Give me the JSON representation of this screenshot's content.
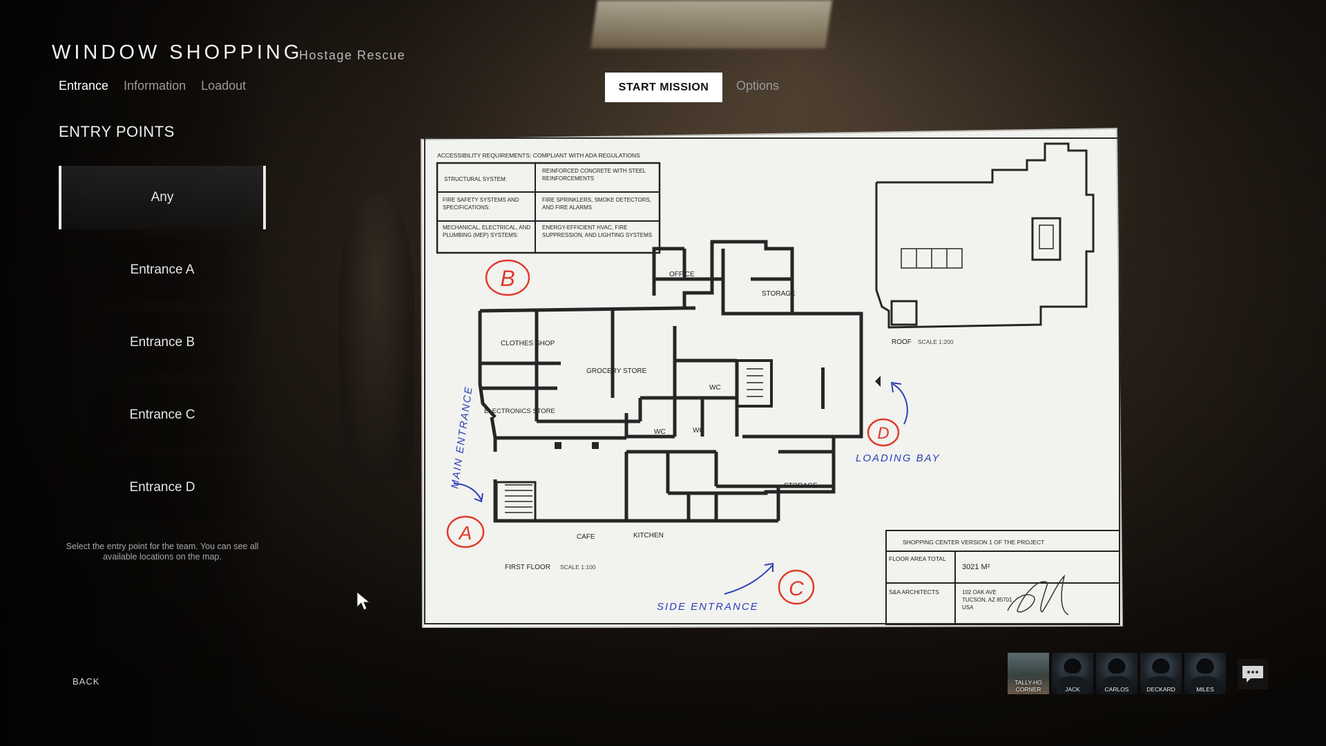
{
  "mission": {
    "title": "WINDOW SHOPPING",
    "mode": "Hostage Rescue"
  },
  "nav": {
    "tabs": [
      {
        "label": "Entrance",
        "active": true
      },
      {
        "label": "Information",
        "active": false
      },
      {
        "label": "Loadout",
        "active": false
      }
    ],
    "start_label": "START MISSION",
    "options_label": "Options"
  },
  "entry": {
    "title": "ENTRY POINTS",
    "options": [
      "Any",
      "Entrance A",
      "Entrance B",
      "Entrance C",
      "Entrance D"
    ],
    "selected": "Any",
    "hint": "Select the entry point for the team. You can see all available locations on the map."
  },
  "back_label": "BACK",
  "blueprint": {
    "accessibility": "ACCESSIBILITY REQUIREMENTS: COMPLIANT WITH ADA REGULATIONS",
    "specs": [
      {
        "label": "STRUCTURAL SYSTEM:",
        "value": "REINFORCED CONCRETE WITH STEEL REINFORCEMENTS"
      },
      {
        "label": "FIRE SAFETY SYSTEMS AND SPECIFICATIONS:",
        "value": "FIRE SPRINKLERS, SMOKE DETECTORS, AND FIRE ALARMS"
      },
      {
        "label": "MECHANICAL, ELECTRICAL, AND PLUMBING (MEP) SYSTEMS:",
        "value": "ENERGY-EFFICIENT HVAC, FIRE SUPPRESSION, AND LIGHTING SYSTEMS"
      }
    ],
    "rooms": {
      "office": "OFFICE",
      "storage_top": "STORAGE",
      "clothes": "CLOTHES SHOP",
      "grocery": "GROCERY STORE",
      "electronics": "ELECTRONICS STORE",
      "wc_center": "WC",
      "wc_left": "WC",
      "wc_right": "WC",
      "storage_bottom": "STORAGE",
      "cafe": "CAFE",
      "kitchen": "KITCHEN"
    },
    "first_floor": "FIRST FLOOR",
    "first_floor_scale": "SCALE 1:100",
    "roof": "ROOF",
    "roof_scale": "SCALE 1:200",
    "markers": {
      "a": "A",
      "b": "B",
      "c": "C",
      "d": "D"
    },
    "annotations": {
      "main_entrance": "MAIN ENTRANCE",
      "side_entrance": "SIDE ENTRANCE",
      "loading_bay": "LOADING BAY"
    },
    "title_block": {
      "project": "SHOPPING CENTER VERSION 1 OF THE PROJECT",
      "area_label": "FLOOR AREA TOTAL",
      "area_value": "3021 M²",
      "architects": "S&A ARCHITECTS",
      "address_1": "102 OAK AVE",
      "address_2": "TUCSON, AZ 85701",
      "address_3": "USA"
    }
  },
  "team": [
    {
      "label": "TALLY-HO CORNER",
      "type": "location"
    },
    {
      "label": "JACK",
      "type": "officer"
    },
    {
      "label": "CARLOS",
      "type": "officer"
    },
    {
      "label": "DECKARD",
      "type": "officer"
    },
    {
      "label": "MILES",
      "type": "officer"
    }
  ],
  "colors": {
    "marker_red": "#e03a2a",
    "annotation_blue": "#2c3fb8",
    "paper": "#f2f2ef"
  },
  "icons": {
    "chat": "chat-bubble-icon",
    "cursor": "mouse-pointer-icon"
  }
}
